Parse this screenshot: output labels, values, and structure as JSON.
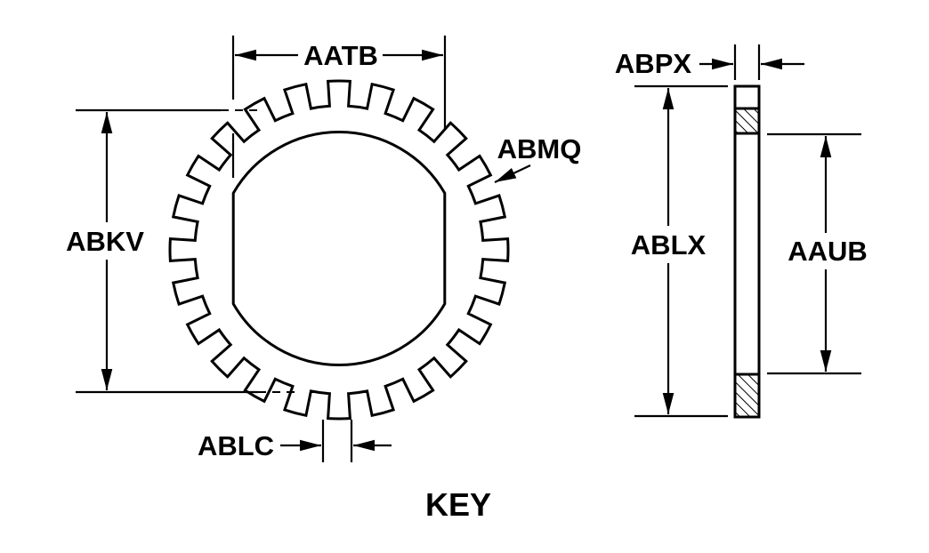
{
  "labels": {
    "aatb": "AATB",
    "abkv": "ABKV",
    "abmq": "ABMQ",
    "ablc": "ABLC",
    "abpx": "ABPX",
    "ablx": "ABLX",
    "aaub": "AAUB",
    "key": "KEY"
  },
  "gear": {
    "teeth": 24
  },
  "colors": {
    "ink": "#000000",
    "paper": "#ffffff"
  }
}
